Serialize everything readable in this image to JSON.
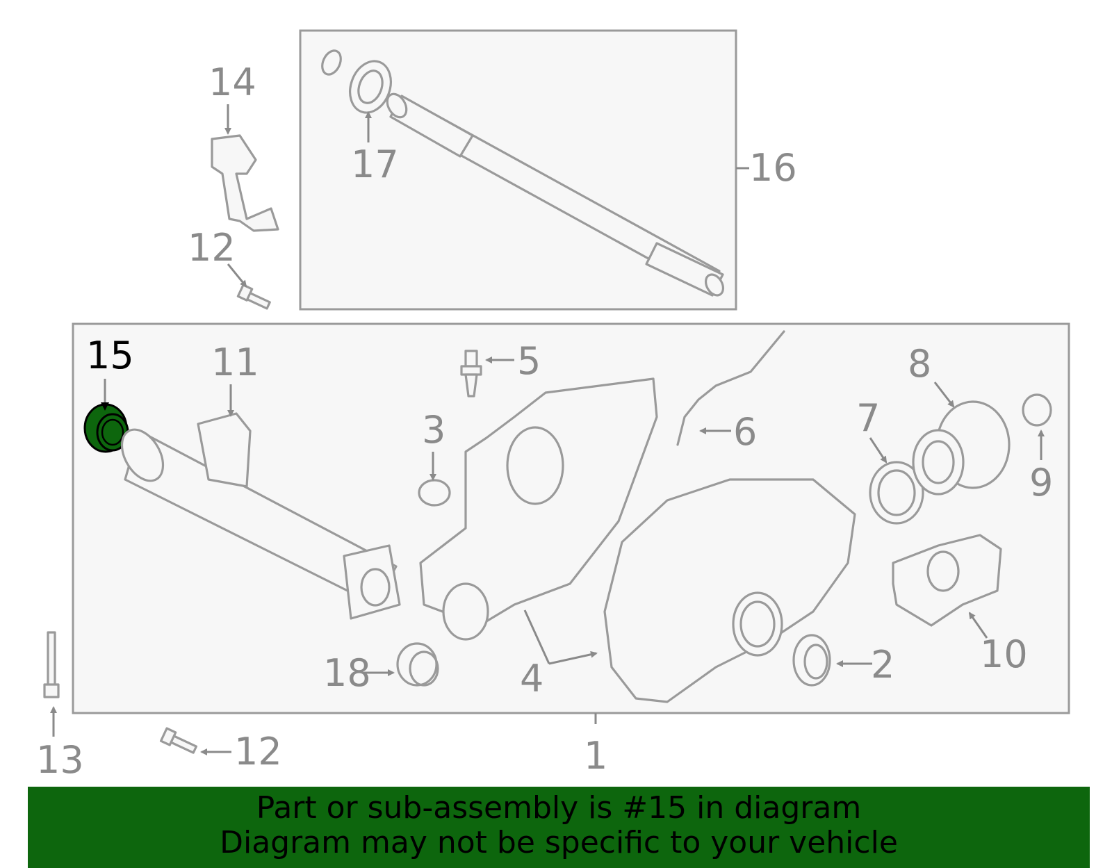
{
  "diagram": {
    "highlighted_part": "15",
    "highlight_color": "#0d660d",
    "callouts": {
      "c1": "1",
      "c2": "2",
      "c3": "3",
      "c4": "4",
      "c5": "5",
      "c6": "6",
      "c7": "7",
      "c8": "8",
      "c9": "9",
      "c10": "10",
      "c11": "11",
      "c12a": "12",
      "c12b": "12",
      "c13": "13",
      "c14": "14",
      "c15": "15",
      "c16": "16",
      "c17": "17",
      "c18": "18"
    }
  },
  "banner": {
    "line1": "Part or sub-assembly is #15 in diagram",
    "line2": "Diagram may not be specific to your vehicle",
    "background": "#0d660d"
  }
}
